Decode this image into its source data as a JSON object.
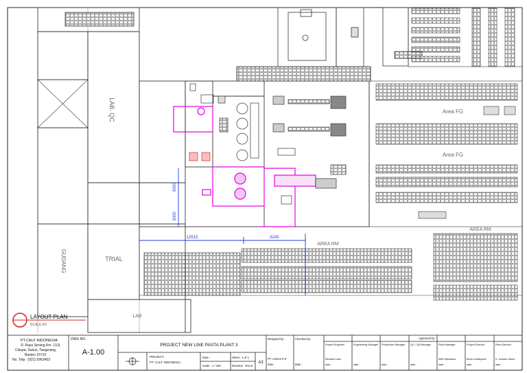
{
  "rooms": {
    "lab_qc": "LAB. QC",
    "gudang": "GUDANG",
    "trial": "TRIAL",
    "lab": "LAB"
  },
  "areas": {
    "fg_1": "Area FG",
    "fg_2": "Area FG",
    "rm_1": "AREA RM",
    "rm_2": "AREA RM"
  },
  "dimensions": {
    "d1": "12615",
    "d2": "6245",
    "d3": "6000",
    "d4": "3000"
  },
  "layout_plan": {
    "title": "LAYOUT PLAN",
    "scale": "SCALE A3"
  },
  "company": {
    "name": "PT.CALF INDONESIA",
    "address1": "Jl. Raya Serang Km. 13,8,",
    "address2": "Cikupa, Sukun, Tangerang,",
    "address3": "Banten 15710",
    "phone": "No. Telp : (021) 5963453"
  },
  "drawing": {
    "no_label": "DWG NO.",
    "number": "A-1.00",
    "project_title": "PROJECT NEW LINE PASTA PLANT 3",
    "project_label": "PROJECT",
    "project_name": "PT. CALF INDONESIA",
    "date_label": "Date :",
    "sheet_label": "Sheet : 1 of 1",
    "scale_label": "Scale : 1 / 400",
    "revision_label": "Revision : Rev.0",
    "paper_size": "A3"
  },
  "signoff": {
    "designed_by": "Designed by :",
    "checked_by": "Checked by :",
    "approved_by": "Approved by :",
    "designer_name": "PT. Aninon P.S",
    "date_short": "date :",
    "roles": [
      "Project Engineer",
      "Engineering Manager",
      "Production Manager",
      "QC / QA Manager",
      "Plant Manager",
      "Project Director",
      "Plant Director"
    ],
    "names": [
      "Eliswati Lubis",
      "",
      "",
      "",
      "ABH Marwanto",
      "Broto Sulistyanto",
      "Ir. Suharto Santo"
    ]
  },
  "colors": {
    "line": "#222222",
    "equipment": "#e000e0",
    "dimension": "#1f3fd8",
    "marker": "#d62020",
    "grid": "#9a9a9a"
  }
}
